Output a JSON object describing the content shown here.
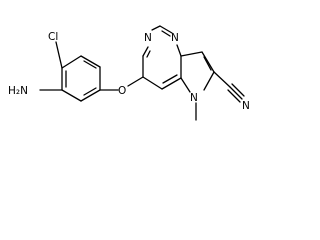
{
  "molecule": {
    "atoms": [
      {
        "id": "H2N",
        "label": "H₂N",
        "element": "N"
      },
      {
        "id": "Cl",
        "label": "Cl",
        "element": "Cl"
      },
      {
        "id": "O",
        "label": "O",
        "element": "O"
      },
      {
        "id": "N_top",
        "label": "N",
        "element": "N"
      },
      {
        "id": "N_mid",
        "label": "N",
        "element": "N"
      },
      {
        "id": "N_ring",
        "label": "N",
        "element": "N"
      },
      {
        "id": "N_nitrile",
        "label": "N",
        "element": "N"
      }
    ]
  }
}
